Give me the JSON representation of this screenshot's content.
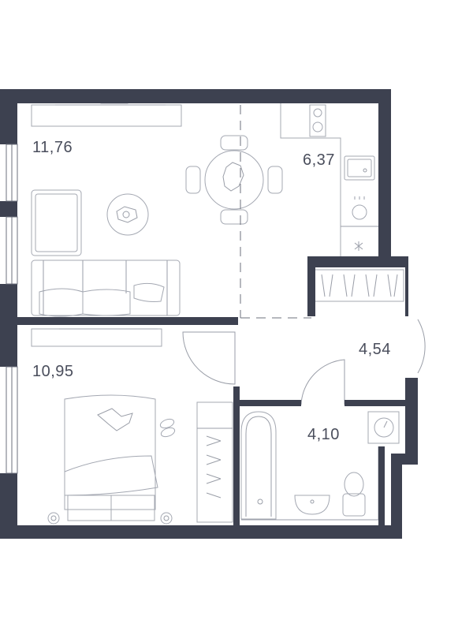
{
  "colors": {
    "wall": "#3d4150",
    "line": "#9a9ea8",
    "label": "#4a4e5c",
    "background": "#ffffff"
  },
  "rooms": {
    "living": {
      "area": "11,76"
    },
    "kitchen": {
      "area": "6,37"
    },
    "bedroom": {
      "area": "10,95"
    },
    "hall": {
      "area": "4,54"
    },
    "bathroom": {
      "area": "4,10"
    }
  },
  "icons": [
    "stove-icon",
    "sink-icon",
    "washer-icon",
    "boiler-icon",
    "toilet-icon",
    "bathtub-icon",
    "dining-table-icon",
    "sofa-icon",
    "bed-icon",
    "tv-icon",
    "wardrobe-icon",
    "slippers-icon"
  ]
}
